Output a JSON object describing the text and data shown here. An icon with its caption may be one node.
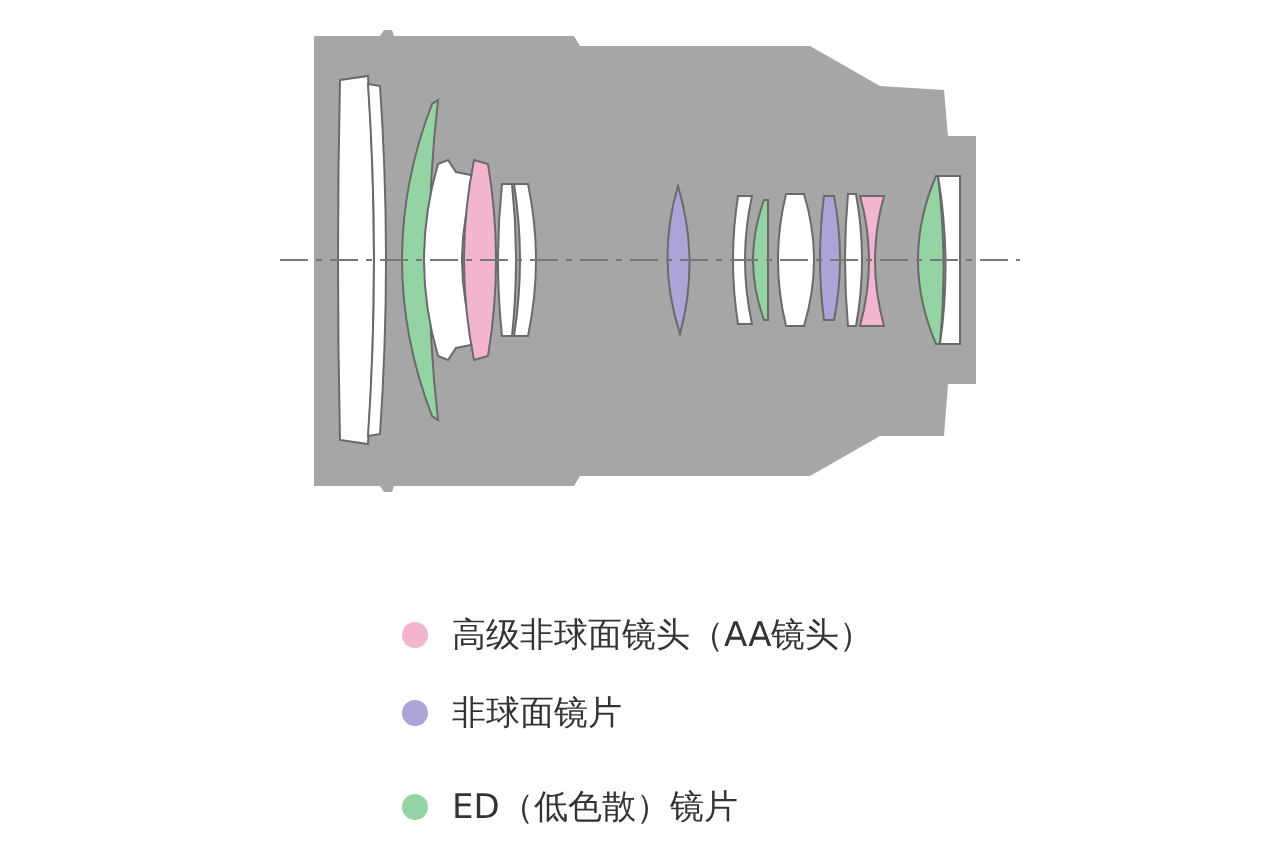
{
  "diagram": {
    "legend": [
      {
        "text": "高级非球面镜头（AA镜头）",
        "color": "#f3b5cd"
      },
      {
        "text": "非球面镜片",
        "color": "#ada3d6"
      },
      {
        "text": "ED（低色散）镜片",
        "color": "#93d3a4"
      }
    ]
  }
}
